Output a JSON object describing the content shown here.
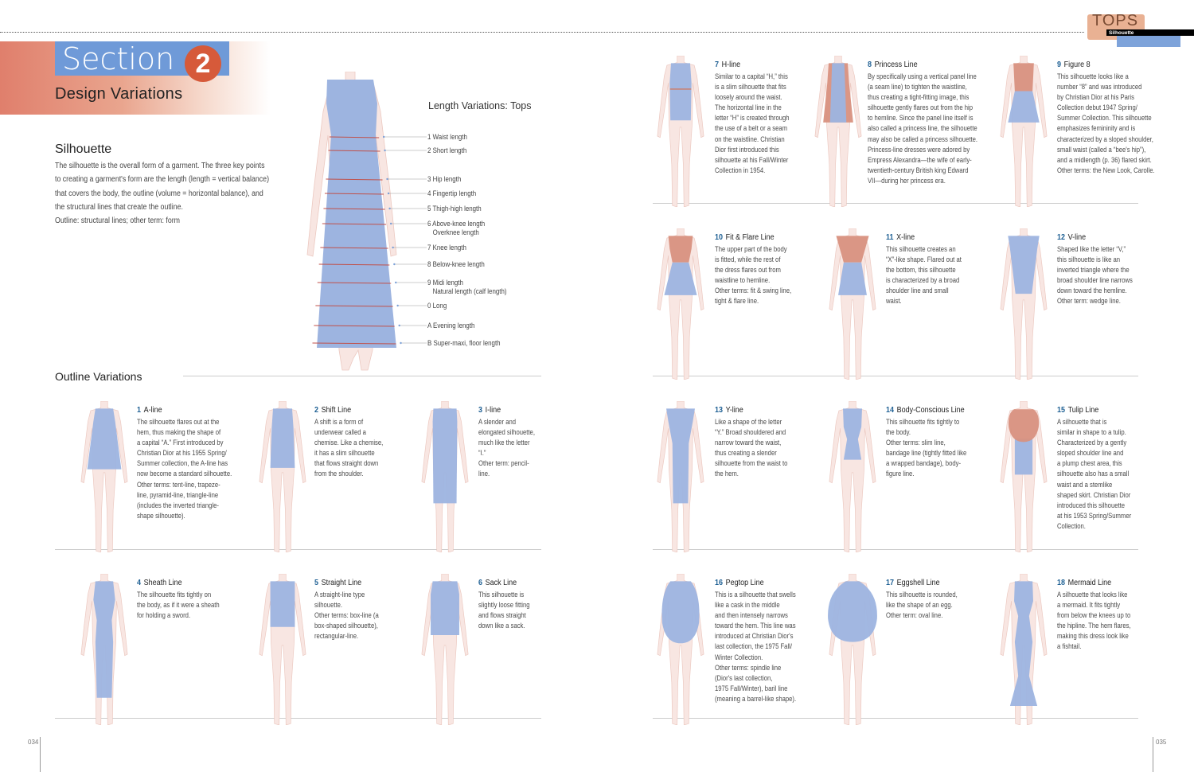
{
  "header": {
    "section_word": "Section",
    "section_number": "2",
    "section_title": "Design Variations",
    "chapter_tab": "TOPS",
    "chapter_subtab": "Silhouette"
  },
  "colors": {
    "dress_blue": "#9db4e0",
    "dress_rose": "#d8917f",
    "skin": "#f8e6e2",
    "accent_number": "#1d5f93",
    "section_red": "#d65a3a",
    "section_blue": "#6f9ad8"
  },
  "silhouette": {
    "heading": "Silhouette",
    "body": "The silhouette is the overall form of a garment. The three key points\nto creating a garment's form are the length (length = vertical balance)\nthat covers the body, the outline (volume = horizontal balance), and\nthe structural lines that create the outline.",
    "note": "Outline: structural lines; other term: form"
  },
  "length_variations": {
    "title": "Length Variations: Tops",
    "items": [
      "1 Waist length",
      "2 Short length",
      "3 Hip length",
      "4 Fingertip length",
      "5 Thigh-high length",
      "6 Above-knee length\n   Overknee length",
      "7 Knee length",
      "8 Below-knee length",
      "9 Midi length\n   Natural length (calf length)",
      "0 Long",
      "A Evening length",
      "B Super-maxi, floor length"
    ]
  },
  "outline_heading": "Outline Variations",
  "cards": [
    {
      "num": "1",
      "title": "A-line",
      "shape": "aline",
      "body": "The silhouette flares out at the\nhem, thus making the shape of\na capital “A.” First introduced by\nChristian Dior at his 1955 Spring/\nSummer collection, the A-line has\nnow become a standard silhouette.\nOther terms: tent-line, trapeze-\nline, pyramid-line, triangle-line\n(includes the inverted triangle-\nshape silhouette)."
    },
    {
      "num": "2",
      "title": "Shift Line",
      "shape": "shift",
      "body": "A shift is a form of\nunderwear called a\nchemise. Like a chemise,\nit has a slim silhouette\nthat flows straight down\nfrom the shoulder."
    },
    {
      "num": "3",
      "title": "I-line",
      "shape": "iline",
      "body": "A slender and\nelongated silhouette,\nmuch like the letter\n“I.”\nOther term: pencil-\nline."
    },
    {
      "num": "4",
      "title": "Sheath Line",
      "shape": "sheath",
      "body": "The silhouette fits tightly on\nthe body, as if it were a sheath\nfor holding a sword."
    },
    {
      "num": "5",
      "title": "Straight Line",
      "shape": "straight",
      "body": "A straight-line type\nsilhouette.\nOther terms: box-line (a\nbox-shaped silhouette),\nrectangular-line."
    },
    {
      "num": "6",
      "title": "Sack Line",
      "shape": "sack",
      "body": "This silhouette is\nslightly loose fitting\nand flows straight\ndown like a sack."
    },
    {
      "num": "7",
      "title": "H-line",
      "shape": "hline",
      "body": "Similar to a capital “H,” this\nis a slim silhouette that fits\nloosely around the waist.\nThe horizontal line in the\nletter “H” is created through\nthe use of a belt or a seam\non the waistline. Christian\nDior first introduced this\nsilhouette at his Fall/Winter\nCollection in 1954."
    },
    {
      "num": "8",
      "title": "Princess Line",
      "shape": "princess",
      "body": "By specifically using a vertical panel line\n(a seam line) to tighten the waistline,\nthus creating a tight-fitting image, this\nsilhouette gently flares out from the hip\nto hemline. Since the panel line itself is\nalso called a princess line, the silhouette\nmay also be called a princess silhouette.\nPrincess-line dresses were adored by\nEmpress Alexandra—the wife of early-\ntwentieth-century British king Edward\nVII—during her princess era."
    },
    {
      "num": "9",
      "title": "Figure 8",
      "shape": "figure8",
      "body": "This silhouette looks like a\nnumber “8” and was introduced\nby Christian Dior at his Paris\nCollection debut 1947 Spring/\nSummer Collection. This silhouette\nemphasizes femininity and is\ncharacterized by a sloped shoulder,\nsmall waist (called a “bee's hip”),\nand a midlength (p. 36) flared skirt.\nOther terms: the New Look, Carolle."
    },
    {
      "num": "10",
      "title": "Fit & Flare Line",
      "shape": "fitflare",
      "body": "The upper part of the body\nis fitted, while the rest of\nthe dress flares out from\nwaistline to hemline.\nOther terms: fit & swing line,\ntight & flare line."
    },
    {
      "num": "11",
      "title": "X-line",
      "shape": "xline",
      "body": "This silhouette creates an\n“X”-like shape. Flared out at\nthe bottom, this silhouette\nis characterized by a broad\nshoulder line and small\nwaist."
    },
    {
      "num": "12",
      "title": "V-line",
      "shape": "vline",
      "body": "Shaped like the letter “V,”\nthis silhouette is like an\ninverted triangle where the\nbroad shoulder line narrows\ndown toward the hemline.\nOther term: wedge line."
    },
    {
      "num": "13",
      "title": "Y-line",
      "shape": "yline",
      "body": "Like a shape of the letter\n“Y.” Broad shouldered and\nnarrow toward the waist,\nthus creating a slender\nsilhouette from the waist to\nthe hem."
    },
    {
      "num": "14",
      "title": "Body-Conscious Line",
      "shape": "bodycon",
      "body": "This silhouette fits tightly to\nthe body.\nOther terms: slim line,\nbandage line (tightly fitted like\na wrapped bandage), body-\nfigure line."
    },
    {
      "num": "15",
      "title": "Tulip Line",
      "shape": "tulip",
      "body": "A silhouette that is\nsimilar in shape to a tulip.\nCharacterized by a gently\nsloped shoulder line and\na plump chest area, this\nsilhouette also has a small\nwaist and a stemlike\nshaped skirt. Christian Dior\nintroduced this silhouette\nat his 1953 Spring/Summer\nCollection."
    },
    {
      "num": "16",
      "title": "Pegtop Line",
      "shape": "pegtop",
      "body": "This is a silhouette that swells\nlike a cask in the middle\nand then intensely narrows\ntoward the hem. This line was\nintroduced at Christian Dior's\nlast collection, the 1975 Fall/\nWinter Collection.\nOther terms: spindle line\n(Dior's last collection,\n1975 Fall/Winter), baril line\n(meaning a barrel-like shape)."
    },
    {
      "num": "17",
      "title": "Eggshell Line",
      "shape": "eggshell",
      "body": "This silhouette is rounded,\nlike the shape of an egg.\nOther term: oval line."
    },
    {
      "num": "18",
      "title": "Mermaid Line",
      "shape": "mermaid",
      "body": "A silhouette that looks like\na mermaid. It fits tightly\nfrom below the knees up to\nthe hipline. The hem flares,\nmaking this dress look like\na fishtail."
    }
  ],
  "page_numbers": {
    "left": "034",
    "right": "035"
  }
}
